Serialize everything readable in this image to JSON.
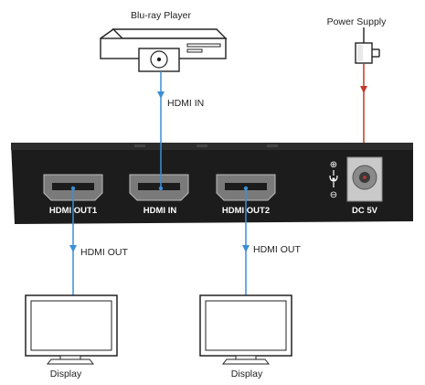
{
  "devices": {
    "source": {
      "label": "Blu-ray Player",
      "icon": "blu-ray-player-icon"
    },
    "power": {
      "label": "Power Supply",
      "icon": "power-adapter-icon"
    },
    "display_left": {
      "label": "Display",
      "icon": "monitor-icon"
    },
    "display_right": {
      "label": "Display",
      "icon": "monitor-icon"
    }
  },
  "splitter": {
    "ports": {
      "out1": "HDMI OUT1",
      "in": "HDMI IN",
      "out2": "HDMI OUT2",
      "dc": "DC 5V"
    },
    "polarity": {
      "top": "⊕",
      "bottom": "⊖"
    }
  },
  "connections": {
    "input_label": "HDMI IN",
    "output_left_label": "HDMI OUT",
    "output_right_label": "HDMI OUT"
  },
  "colors": {
    "hdmi_cable": "#3b8fd6",
    "power_cable": "#c0392b",
    "device_body": "#1c1c1c"
  }
}
